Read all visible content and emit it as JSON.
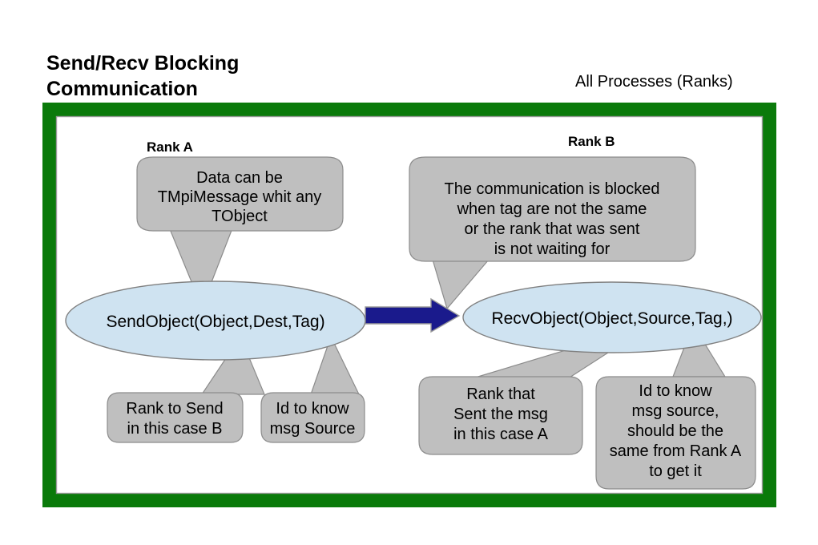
{
  "header": {
    "title_line1": "Send/Recv Blocking",
    "title_line2": "Communication",
    "right_label": "All Processes (Ranks)"
  },
  "frame": {
    "border_color": "#0a7a0a",
    "inner_line_color": "#9a9a9a"
  },
  "colors": {
    "callout_fill": "#bfbfbf",
    "callout_stroke": "#8c8c8c",
    "ellipse_fill": "#cfe3f1",
    "ellipse_stroke": "#808080",
    "arrow_fill": "#1a1a8c",
    "arrow_stroke": "#9a9a9a",
    "text": "#000000"
  },
  "ranks": {
    "left_label": "Rank A",
    "right_label": "Rank B"
  },
  "nodes": {
    "send": {
      "label": "SendObject(Object,Dest,Tag)"
    },
    "recv": {
      "label": "RecvObject(Object,Source,Tag,)"
    }
  },
  "arrow": {
    "name": "send-to-recv-arrow",
    "direction": "right"
  },
  "callouts": [
    {
      "id": "data-type-callout",
      "lines": [
        "Data can be",
        "TMpiMessage whit any",
        "TObject"
      ]
    },
    {
      "id": "blocking-explanation-callout",
      "lines": [
        "The communication is blocked",
        "when tag are not the same",
        "or the rank that was sent",
        "is not waiting for"
      ]
    },
    {
      "id": "rank-to-send-callout",
      "lines": [
        "Rank to Send",
        "in this case B"
      ]
    },
    {
      "id": "id-to-know-source-callout",
      "lines": [
        "Id to know",
        "msg Source"
      ]
    },
    {
      "id": "rank-that-sent-callout",
      "lines": [
        "Rank that",
        "Sent the msg",
        "in this  case A"
      ]
    },
    {
      "id": "id-same-rank-callout",
      "lines": [
        "Id to know",
        "msg source,",
        "should be the",
        "same from Rank A",
        "to get it"
      ]
    }
  ]
}
